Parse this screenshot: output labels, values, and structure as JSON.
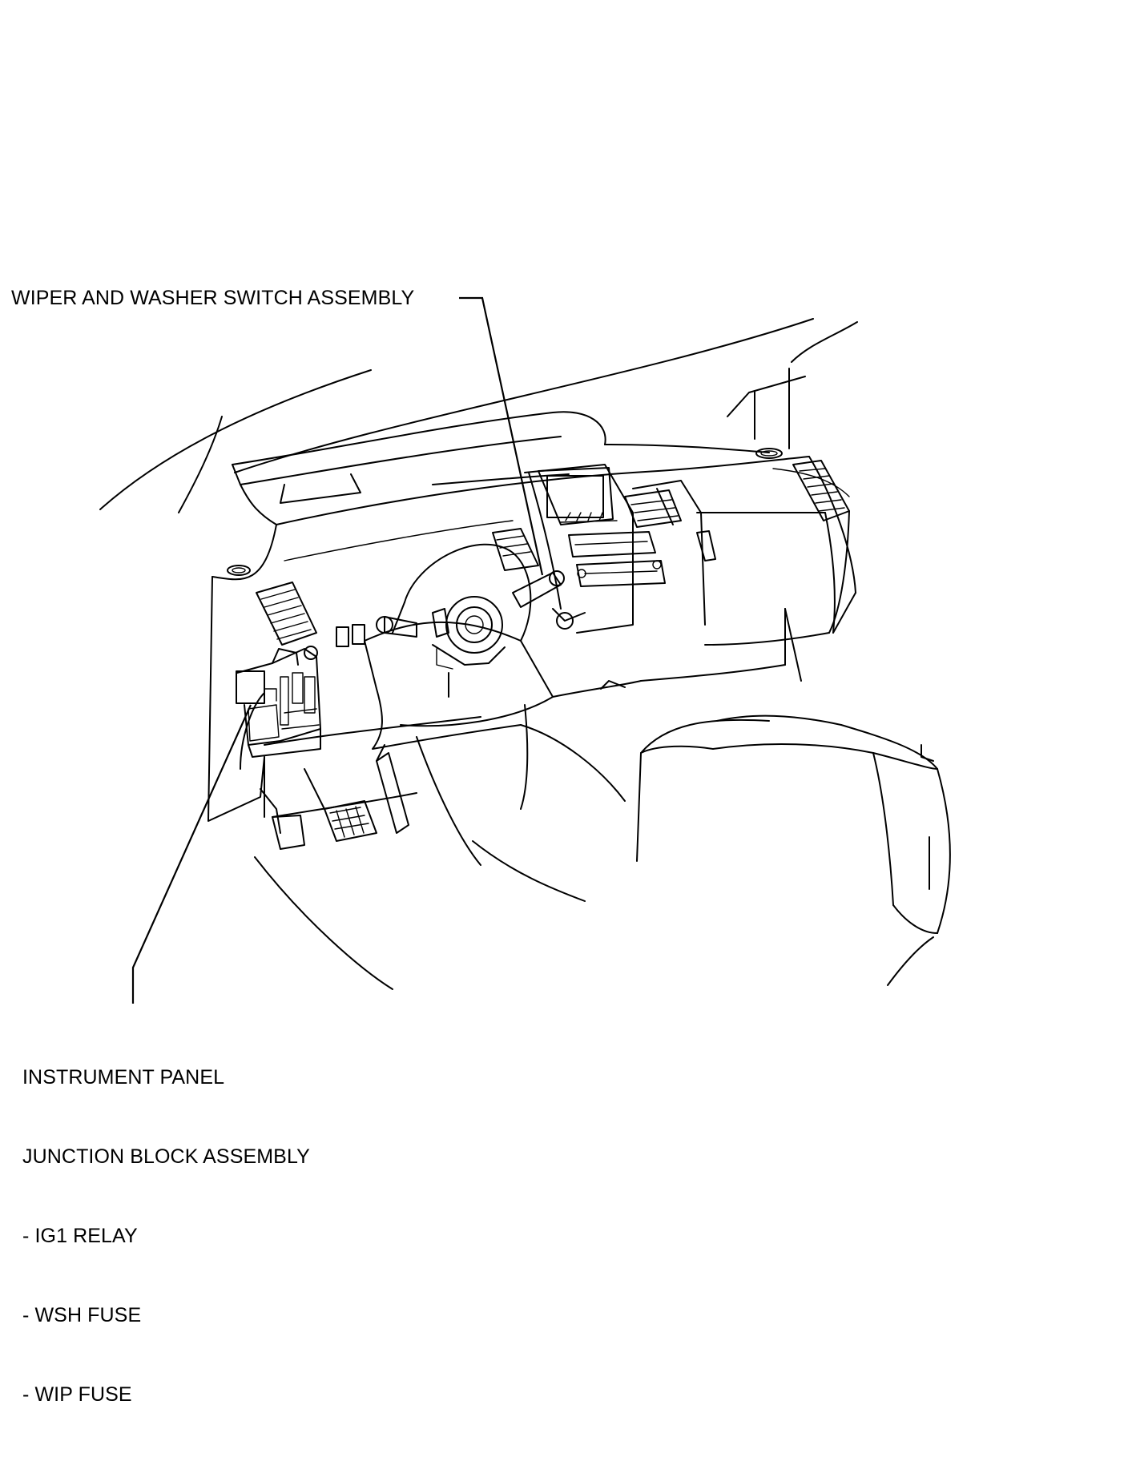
{
  "labels": {
    "switch_assembly": "WIPER AND WASHER SWITCH ASSEMBLY",
    "junction_block": {
      "title_line1": "INSTRUMENT PANEL",
      "title_line2": "JUNCTION BLOCK ASSEMBLY",
      "items": [
        "- IG1 RELAY",
        "- WSH FUSE",
        "- WIP FUSE"
      ]
    }
  }
}
